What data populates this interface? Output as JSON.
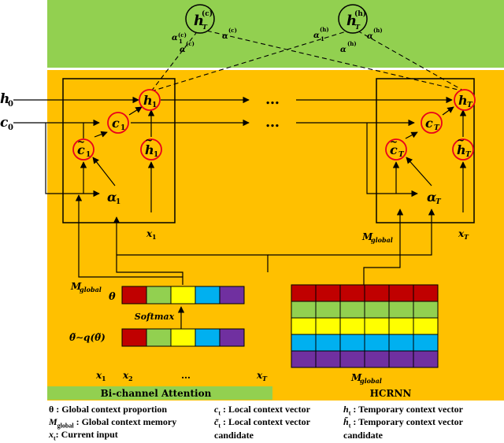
{
  "panels": {
    "hcrnn_label": "HCRNN",
    "attention_label": "Bi-channel Attention"
  },
  "nodes": {
    "h_top_c": "h",
    "h_top_h": "h",
    "h1": "h",
    "c1": "c",
    "ct1": "c",
    "ht1": "h",
    "hT": "h",
    "cT": "c",
    "ctT": "c",
    "htT": "h",
    "h0": "h",
    "c0": "c",
    "alpha1": "α",
    "alphaT": "α",
    "x1": "x",
    "xT": "x",
    "mglobal": "M"
  },
  "subs": {
    "one": "1",
    "T": "T",
    "zero": "0",
    "global": "global",
    "c": "(c)",
    "h": "(h)"
  },
  "annot": {
    "a1c": "α",
    "atc": "α",
    "a1h": "α",
    "ath": "α",
    "theta": "θ",
    "softmax": "Softmax",
    "theta_tilde": "θ̃∼q(θ̃)",
    "dots": "…",
    "bottom_dots": "…",
    "x2": "x"
  },
  "legend": {
    "theta_desc": "θ : Global context proportion",
    "m_desc": "M",
    "m_desc_sub": "global",
    "m_desc_rest": " : Global context memory",
    "x_desc": "x",
    "x_desc_sub": "t",
    "x_desc_rest": ": Current input",
    "c_desc": "c",
    "c_desc_sub": "t",
    "c_desc_rest": " : Local context vector",
    "ct_desc": "c̃",
    "ct_desc_sub": "t",
    "ct_desc_rest": " : Local context vector",
    "ct_desc_line2": "candidate",
    "h_desc": "h",
    "h_desc_sub": "t",
    "h_desc_rest": " : Temporary context vector",
    "ht_desc": "h̃",
    "ht_desc_sub": "t",
    "ht_desc_rest": " : Temporary context vector",
    "ht_desc_line2": "candidate"
  },
  "colors": {
    "green": "#92d050",
    "orange": "#ffc000",
    "node_red": "#e8001c",
    "mem_colors": [
      "#c00000",
      "#92d050",
      "#ffff00",
      "#00b0f0",
      "#7030a0"
    ]
  }
}
